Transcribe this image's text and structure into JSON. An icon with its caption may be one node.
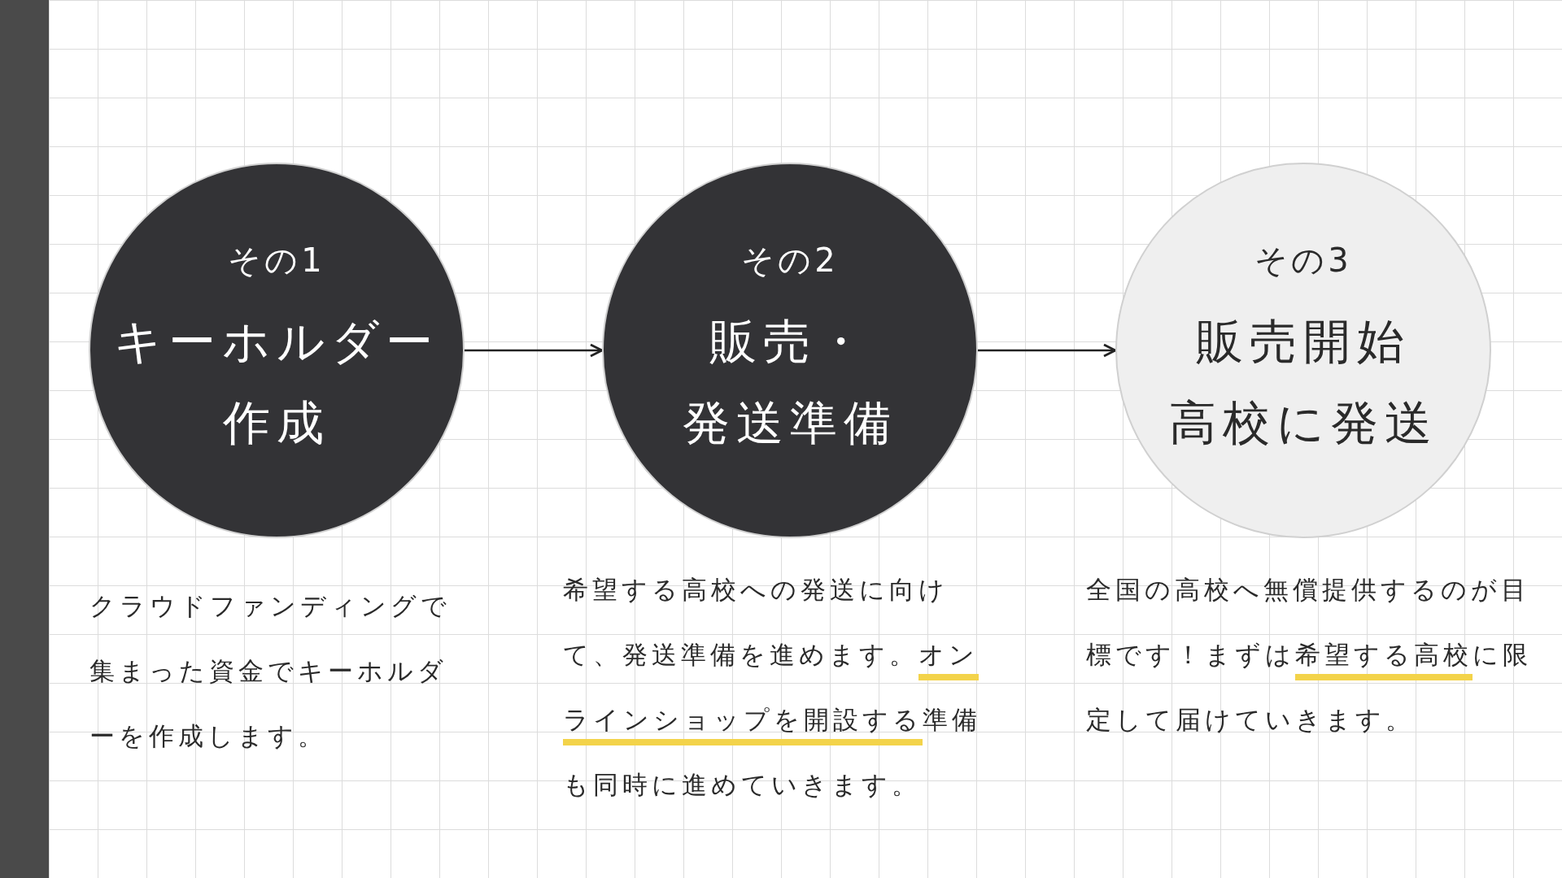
{
  "diagram": {
    "nodes": [
      {
        "text": [
          "その1",
          "キーホルダー作成"
        ],
        "beside": [
          "クラウドファンディングで集まった資金でキーホルダーを作成します。"
        ]
      },
      {
        "text": [
          "その2",
          "販売・発送準備"
        ],
        "beside": [
          "希望する高校への発送に向けて、発送準備を進めます。**オンラインショップを開設する**準備も同時に進めていきます。"
        ]
      },
      {
        "text": [
          "その3",
          "販売開始",
          "高校に発送"
        ],
        "beside": [
          "全国の高校へ無償提供するのが目標です！まずは**希望する高校**に限定して届けていきます。"
        ]
      }
    ],
    "edges": [
      {
        "from": 0,
        "to": 1,
        "arrow": "to"
      },
      {
        "from": 1,
        "to": 2,
        "arrow": "to"
      }
    ]
  }
}
